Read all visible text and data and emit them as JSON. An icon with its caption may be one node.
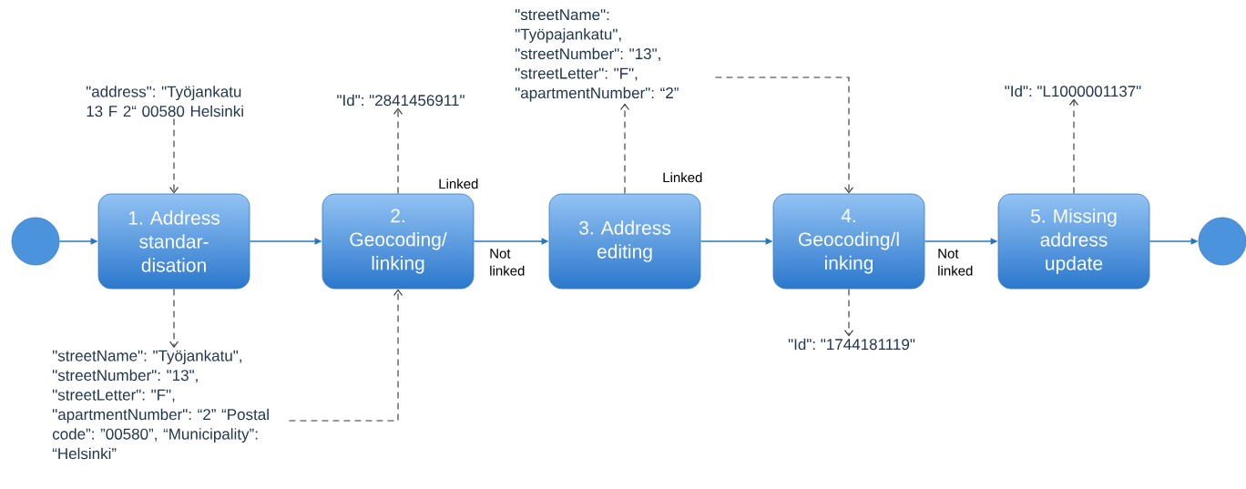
{
  "diagram": {
    "nodes": [
      {
        "text": [],
        "shape": "circle"
      },
      {
        "text": [
          "1. Address standar- disation"
        ]
      },
      {
        "text": [
          "2. Geocoding/ linking"
        ]
      },
      {
        "text": [
          "3. Address editing"
        ]
      },
      {
        "text": [
          "4. Geocoding/l inking"
        ]
      },
      {
        "text": [
          "5. Missing address update"
        ]
      },
      {
        "text": [],
        "shape": "circle"
      },
      {
        "text": [
          "\"address\": \"Työjankatu 13 F 2“ 00580 Helsinki"
        ]
      },
      {
        "text": [
          "\"streetName\": \"Työjankatu\", \"streetNumber\": \"13\", \"streetLetter\": \"F\", \"apartmentNumber\": “2” “Postal code”: ”00580”, “Municipality”: “Helsinki”"
        ]
      },
      {
        "text": [
          "\"Id\": \"2841456911\""
        ]
      },
      {
        "text": [
          "\"streetName\": \"Työpajankatu\", \"streetNumber\": \"13\", \"streetLetter\": \"F\", \"apartmentNumber\": “2”"
        ]
      },
      {
        "text": [
          "\"Id\": \"1744181119\""
        ]
      },
      {
        "text": [
          "\"Id\": \"L1000001137\""
        ]
      }
    ],
    "edges": [
      {
        "from": 0,
        "to": 1,
        "arrow": "to",
        "color": "#2e75b6"
      },
      {
        "from": 1,
        "to": 2,
        "arrow": "to",
        "color": "#2e75b6"
      },
      {
        "from": 2,
        "to": 3,
        "arrow": "to",
        "color": "#2e75b6",
        "label": "Not linked"
      },
      {
        "from": 3,
        "to": 4,
        "arrow": "to",
        "color": "#2e75b6"
      },
      {
        "from": 4,
        "to": 5,
        "arrow": "to",
        "color": "#2e75b6",
        "label": "Not linked"
      },
      {
        "from": 5,
        "to": 6,
        "arrow": "to",
        "color": "#2e75b6"
      },
      {
        "from": 7,
        "to": 1,
        "arrow": "to",
        "style": "dashed"
      },
      {
        "from": 1,
        "to": 8,
        "arrow": "to",
        "style": "dashed"
      },
      {
        "from": 8,
        "to": 2,
        "arrow": "to",
        "style": "dashed"
      },
      {
        "from": 2,
        "to": 9,
        "arrow": "to",
        "style": "dashed",
        "label": "Linked"
      },
      {
        "from": 3,
        "to": 10,
        "arrow": "to",
        "style": "dashed",
        "label": "Linked"
      },
      {
        "from": 10,
        "to": 4,
        "arrow": "to",
        "style": "dashed"
      },
      {
        "from": 4,
        "to": 11,
        "arrow": "to",
        "style": "dashed"
      },
      {
        "from": 5,
        "to": 12,
        "arrow": "to",
        "style": "dashed"
      }
    ]
  }
}
